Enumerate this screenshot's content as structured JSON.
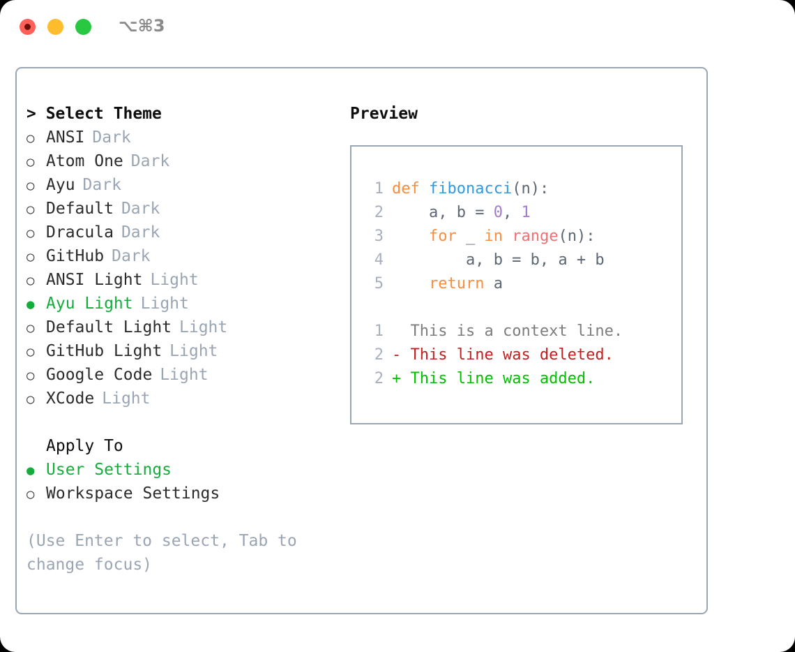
{
  "window": {
    "shortcut_label": "⌥⌘3",
    "traffic_lights": [
      "close-button",
      "minimize-button",
      "maximize-button"
    ]
  },
  "theme_picker": {
    "heading": "> Select Theme",
    "bullet_unselected": "○",
    "bullet_selected": "●",
    "items": [
      {
        "label": "ANSI",
        "tag": "Dark",
        "selected": false
      },
      {
        "label": "Atom One",
        "tag": "Dark",
        "selected": false
      },
      {
        "label": "Ayu",
        "tag": "Dark",
        "selected": false
      },
      {
        "label": "Default",
        "tag": "Dark",
        "selected": false
      },
      {
        "label": "Dracula",
        "tag": "Dark",
        "selected": false
      },
      {
        "label": "GitHub",
        "tag": "Dark",
        "selected": false
      },
      {
        "label": "ANSI Light",
        "tag": "Light",
        "selected": false
      },
      {
        "label": "Ayu Light",
        "tag": "Light",
        "selected": true
      },
      {
        "label": "Default Light",
        "tag": "Light",
        "selected": false
      },
      {
        "label": "GitHub Light",
        "tag": "Light",
        "selected": false
      },
      {
        "label": "Google Code",
        "tag": "Light",
        "selected": false
      },
      {
        "label": "XCode",
        "tag": "Light",
        "selected": false
      }
    ]
  },
  "apply_to": {
    "heading": "Apply To",
    "items": [
      {
        "label": "User Settings",
        "selected": true
      },
      {
        "label": "Workspace Settings",
        "selected": false
      }
    ]
  },
  "hint": "(Use Enter to select, Tab to change focus)",
  "preview": {
    "heading": "Preview",
    "code_lines": [
      {
        "number": "1",
        "tokens": [
          {
            "text": "def ",
            "kind": "kw"
          },
          {
            "text": "fibonacci",
            "kind": "fn"
          },
          {
            "text": "(n):",
            "kind": "pl"
          }
        ]
      },
      {
        "number": "2",
        "tokens": [
          {
            "text": "    a, b = ",
            "kind": "pl"
          },
          {
            "text": "0",
            "kind": "num"
          },
          {
            "text": ", ",
            "kind": "pl"
          },
          {
            "text": "1",
            "kind": "num"
          }
        ]
      },
      {
        "number": "3",
        "tokens": [
          {
            "text": "    for",
            "kind": "kw"
          },
          {
            "text": " _ ",
            "kind": "pl"
          },
          {
            "text": "in",
            "kind": "kw"
          },
          {
            "text": " ",
            "kind": "pl"
          },
          {
            "text": "range",
            "kind": "call"
          },
          {
            "text": "(n):",
            "kind": "pl"
          }
        ]
      },
      {
        "number": "4",
        "tokens": [
          {
            "text": "        a, b = b, a + b",
            "kind": "pl"
          }
        ]
      },
      {
        "number": "5",
        "tokens": [
          {
            "text": "    return",
            "kind": "kw"
          },
          {
            "text": " a",
            "kind": "pl"
          }
        ]
      }
    ],
    "diff_lines": [
      {
        "number": "1",
        "marker": "  ",
        "text": "This is a context line.",
        "kind": "ctx"
      },
      {
        "number": "2",
        "marker": "- ",
        "text": "This line was deleted.",
        "kind": "del"
      },
      {
        "number": "2",
        "marker": "+ ",
        "text": "This line was added.",
        "kind": "add"
      }
    ]
  },
  "colors": {
    "accent_green": "#14ad3c",
    "muted": "#9aa5b4",
    "keyword": "#fa8d3e",
    "function": "#3199e1",
    "number": "#a37acc",
    "call": "#f07171",
    "diff_deleted": "#c02020",
    "diff_added": "#00c000",
    "border": "#9aa5b4"
  }
}
